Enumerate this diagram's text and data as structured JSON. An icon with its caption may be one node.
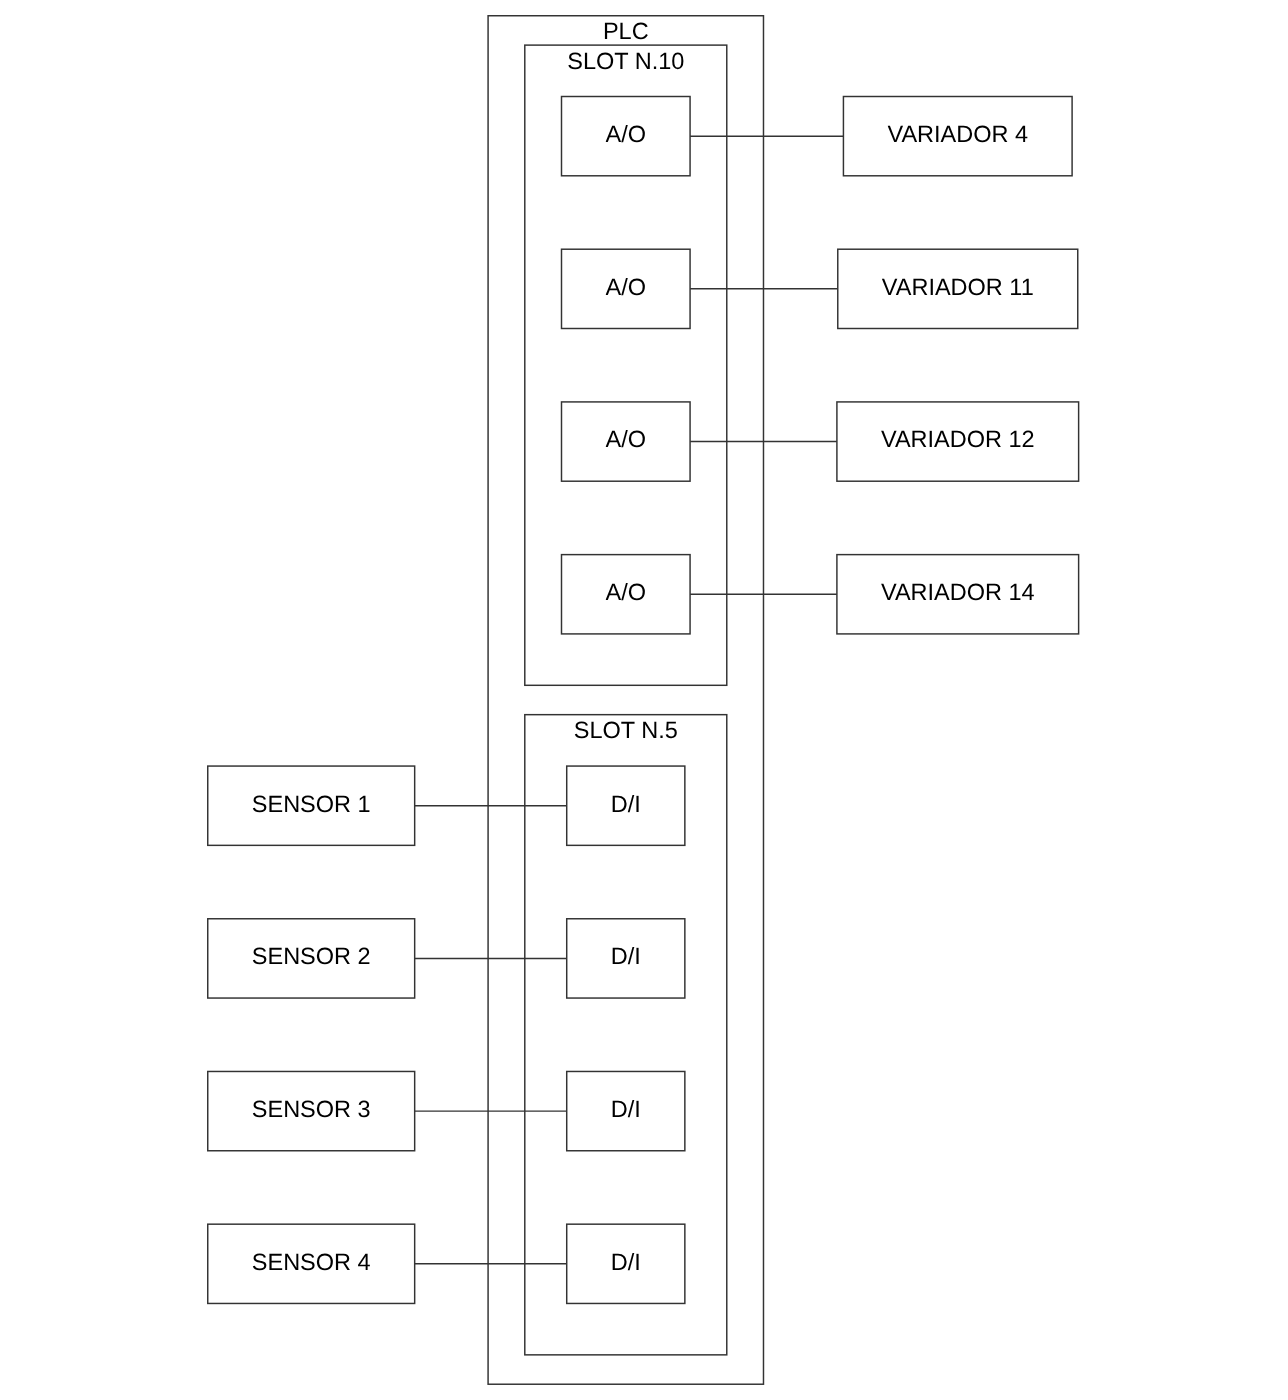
{
  "diagram": {
    "nodes": [
      {
        "text": [
          "PLC"
        ]
      },
      {
        "text": [
          "SLOT N.5"
        ],
        "in": 0
      },
      {
        "text": [
          "SLOT N.10"
        ],
        "in": 0
      },
      {
        "text": [
          "D/I"
        ],
        "in": 1
      },
      {
        "text": [
          "D/I"
        ],
        "in": 1
      },
      {
        "text": [
          "D/I"
        ],
        "in": 1
      },
      {
        "text": [
          "D/I"
        ],
        "in": 1
      },
      {
        "text": [
          "A/O"
        ],
        "in": 2
      },
      {
        "text": [
          "A/O"
        ],
        "in": 2
      },
      {
        "text": [
          "A/O"
        ],
        "in": 2
      },
      {
        "text": [
          "A/O"
        ],
        "in": 2
      },
      {
        "text": [
          "SENSOR  1"
        ]
      },
      {
        "text": [
          "SENSOR  2"
        ]
      },
      {
        "text": [
          "SENSOR  3"
        ]
      },
      {
        "text": [
          "SENSOR  4"
        ]
      },
      {
        "text": [
          "VARIADOR  4"
        ]
      },
      {
        "text": [
          "VARIADOR 11"
        ]
      },
      {
        "text": [
          "VARIADOR 12"
        ]
      },
      {
        "text": [
          "VARIADOR 14"
        ]
      }
    ],
    "edges": [
      {
        "from": 11,
        "to": 3,
        "arrow": "none"
      },
      {
        "from": 12,
        "to": 4,
        "arrow": "none"
      },
      {
        "from": 13,
        "to": 5,
        "arrow": "none"
      },
      {
        "from": 14,
        "to": 6,
        "arrow": "none"
      },
      {
        "from": 7,
        "to": 15,
        "arrow": "none"
      },
      {
        "from": 8,
        "to": 16,
        "arrow": "none"
      },
      {
        "from": 9,
        "to": 17,
        "arrow": "none"
      },
      {
        "from": 10,
        "to": 18,
        "arrow": "none"
      }
    ]
  }
}
